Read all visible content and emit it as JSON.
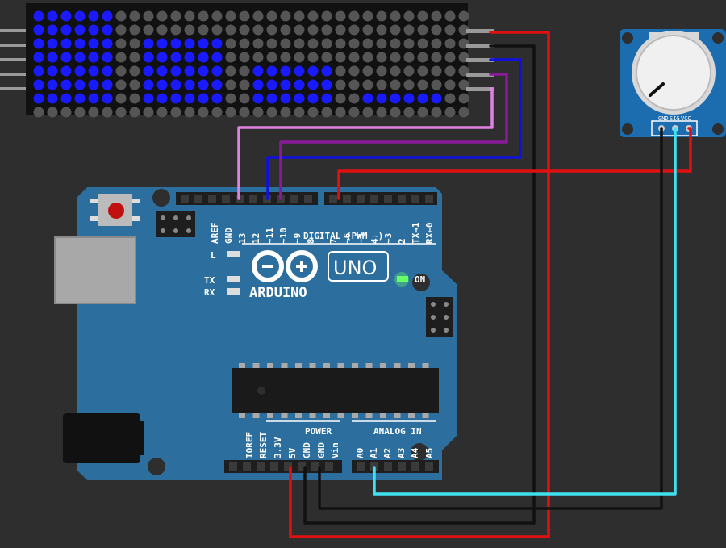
{
  "board": {
    "brand": "ARDUINO",
    "model": "UNO",
    "on_label": "ON",
    "l_label": "L",
    "tx_label": "TX",
    "rx_label": "RX",
    "digital_label": "DIGITAL (PWM ~)",
    "power_label": "POWER",
    "analog_label": "ANALOG IN",
    "digital_pins": [
      "AREF",
      "GND",
      "13",
      "12",
      "~11",
      "~10",
      "~9",
      "8",
      "7",
      "~6",
      "~5",
      "4",
      "~3",
      "2",
      "TX→1",
      "RX←0"
    ],
    "power_pins": [
      "IOREF",
      "RESET",
      "3.3V",
      "5V",
      "GND",
      "GND",
      "Vin"
    ],
    "analog_pins": [
      "A0",
      "A1",
      "A2",
      "A3",
      "A4",
      "A5"
    ]
  },
  "potentiometer": {
    "pins": [
      "GND",
      "SIG",
      "VCC"
    ]
  },
  "led_matrix": {
    "rows": 8,
    "cols": 32,
    "lit": [
      [
        1,
        1,
        1,
        1,
        1,
        1,
        0,
        0,
        0,
        0,
        0,
        0,
        0,
        0,
        0,
        0,
        0,
        0,
        0,
        0,
        0,
        0,
        0,
        0,
        0,
        0,
        0,
        0,
        0,
        0,
        0,
        0
      ],
      [
        1,
        1,
        1,
        1,
        1,
        1,
        0,
        0,
        0,
        0,
        0,
        0,
        0,
        0,
        0,
        0,
        0,
        0,
        0,
        0,
        0,
        0,
        0,
        0,
        0,
        0,
        0,
        0,
        0,
        0,
        0,
        0
      ],
      [
        1,
        1,
        1,
        1,
        1,
        1,
        0,
        0,
        1,
        1,
        1,
        1,
        1,
        1,
        0,
        0,
        0,
        0,
        0,
        0,
        0,
        0,
        0,
        0,
        0,
        0,
        0,
        0,
        0,
        0,
        0,
        0
      ],
      [
        1,
        1,
        1,
        1,
        1,
        1,
        0,
        0,
        1,
        1,
        1,
        1,
        1,
        1,
        0,
        0,
        0,
        0,
        0,
        0,
        0,
        0,
        0,
        0,
        0,
        0,
        0,
        0,
        0,
        0,
        0,
        0
      ],
      [
        1,
        1,
        1,
        1,
        1,
        1,
        0,
        0,
        1,
        1,
        1,
        1,
        1,
        1,
        0,
        0,
        1,
        1,
        1,
        1,
        1,
        1,
        0,
        0,
        0,
        0,
        0,
        0,
        0,
        0,
        0,
        0
      ],
      [
        1,
        1,
        1,
        1,
        1,
        1,
        0,
        0,
        1,
        1,
        1,
        1,
        1,
        1,
        0,
        0,
        1,
        1,
        1,
        1,
        1,
        1,
        0,
        0,
        0,
        0,
        0,
        0,
        0,
        0,
        0,
        0
      ],
      [
        1,
        1,
        1,
        1,
        1,
        1,
        0,
        0,
        1,
        1,
        1,
        1,
        1,
        1,
        0,
        0,
        1,
        1,
        1,
        1,
        1,
        1,
        0,
        0,
        1,
        1,
        1,
        1,
        1,
        1,
        0,
        0
      ],
      [
        0,
        0,
        0,
        0,
        0,
        0,
        0,
        0,
        0,
        0,
        0,
        0,
        0,
        0,
        0,
        0,
        0,
        0,
        0,
        0,
        0,
        0,
        0,
        0,
        0,
        0,
        0,
        0,
        0,
        0,
        0,
        0
      ]
    ],
    "lit_color": "#1a1aff",
    "off_color": "#555555"
  },
  "colors": {
    "background": "#2e2e2e",
    "board": "#2c6e9e",
    "wire_red": "#e01010",
    "wire_black": "#111111",
    "wire_blue": "#1010e0",
    "wire_purple": "#8a1a9a",
    "wire_pink": "#e080e0",
    "wire_cyan": "#40e0f0",
    "led_on": "#66ff66"
  }
}
